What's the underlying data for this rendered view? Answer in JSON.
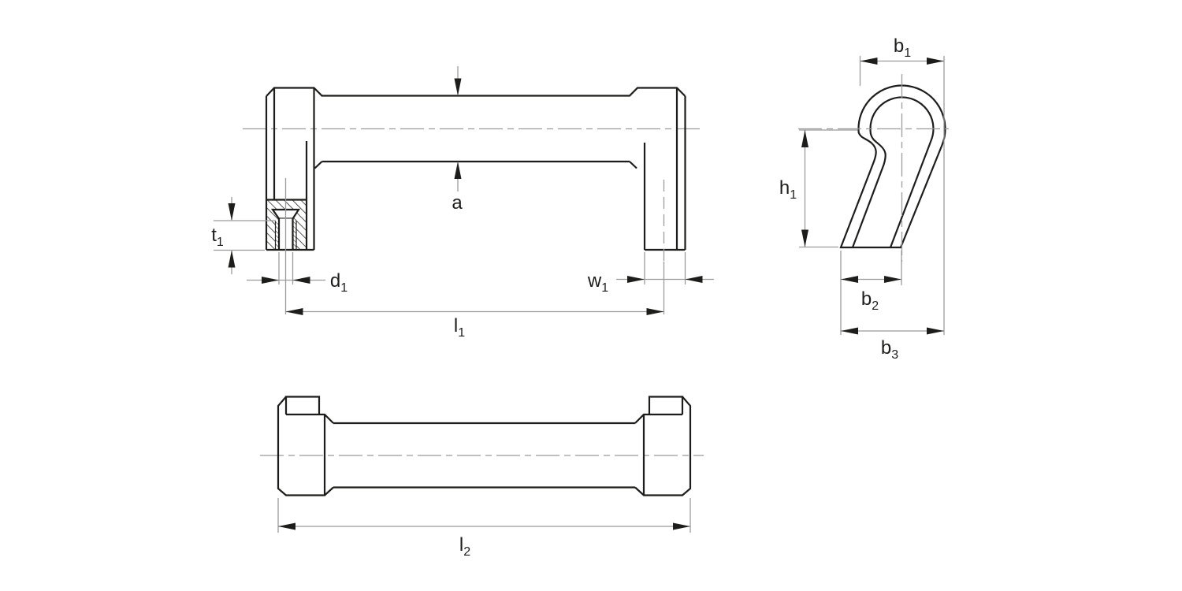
{
  "drawing": {
    "type": "technical-dimension-drawing",
    "colors": {
      "outline": "#1d1d1b",
      "thin_lines": "#9b9b9b",
      "background": "#ffffff"
    },
    "views": {
      "front_view_dimensions": [
        "a",
        "t1",
        "d1",
        "w1",
        "l1"
      ],
      "side_view_dimensions": [
        "b1",
        "h1",
        "b2",
        "b3"
      ],
      "top_view_dimensions": [
        "l2"
      ]
    },
    "dims": {
      "a": {
        "base": "a",
        "sub": ""
      },
      "t1": {
        "base": "t",
        "sub": "1"
      },
      "d1": {
        "base": "d",
        "sub": "1"
      },
      "w1": {
        "base": "w",
        "sub": "1"
      },
      "l1": {
        "base": "l",
        "sub": "1"
      },
      "b1": {
        "base": "b",
        "sub": "1"
      },
      "h1": {
        "base": "h",
        "sub": "1"
      },
      "b2": {
        "base": "b",
        "sub": "2"
      },
      "b3": {
        "base": "b",
        "sub": "3"
      },
      "l2": {
        "base": "l",
        "sub": "2"
      }
    }
  }
}
